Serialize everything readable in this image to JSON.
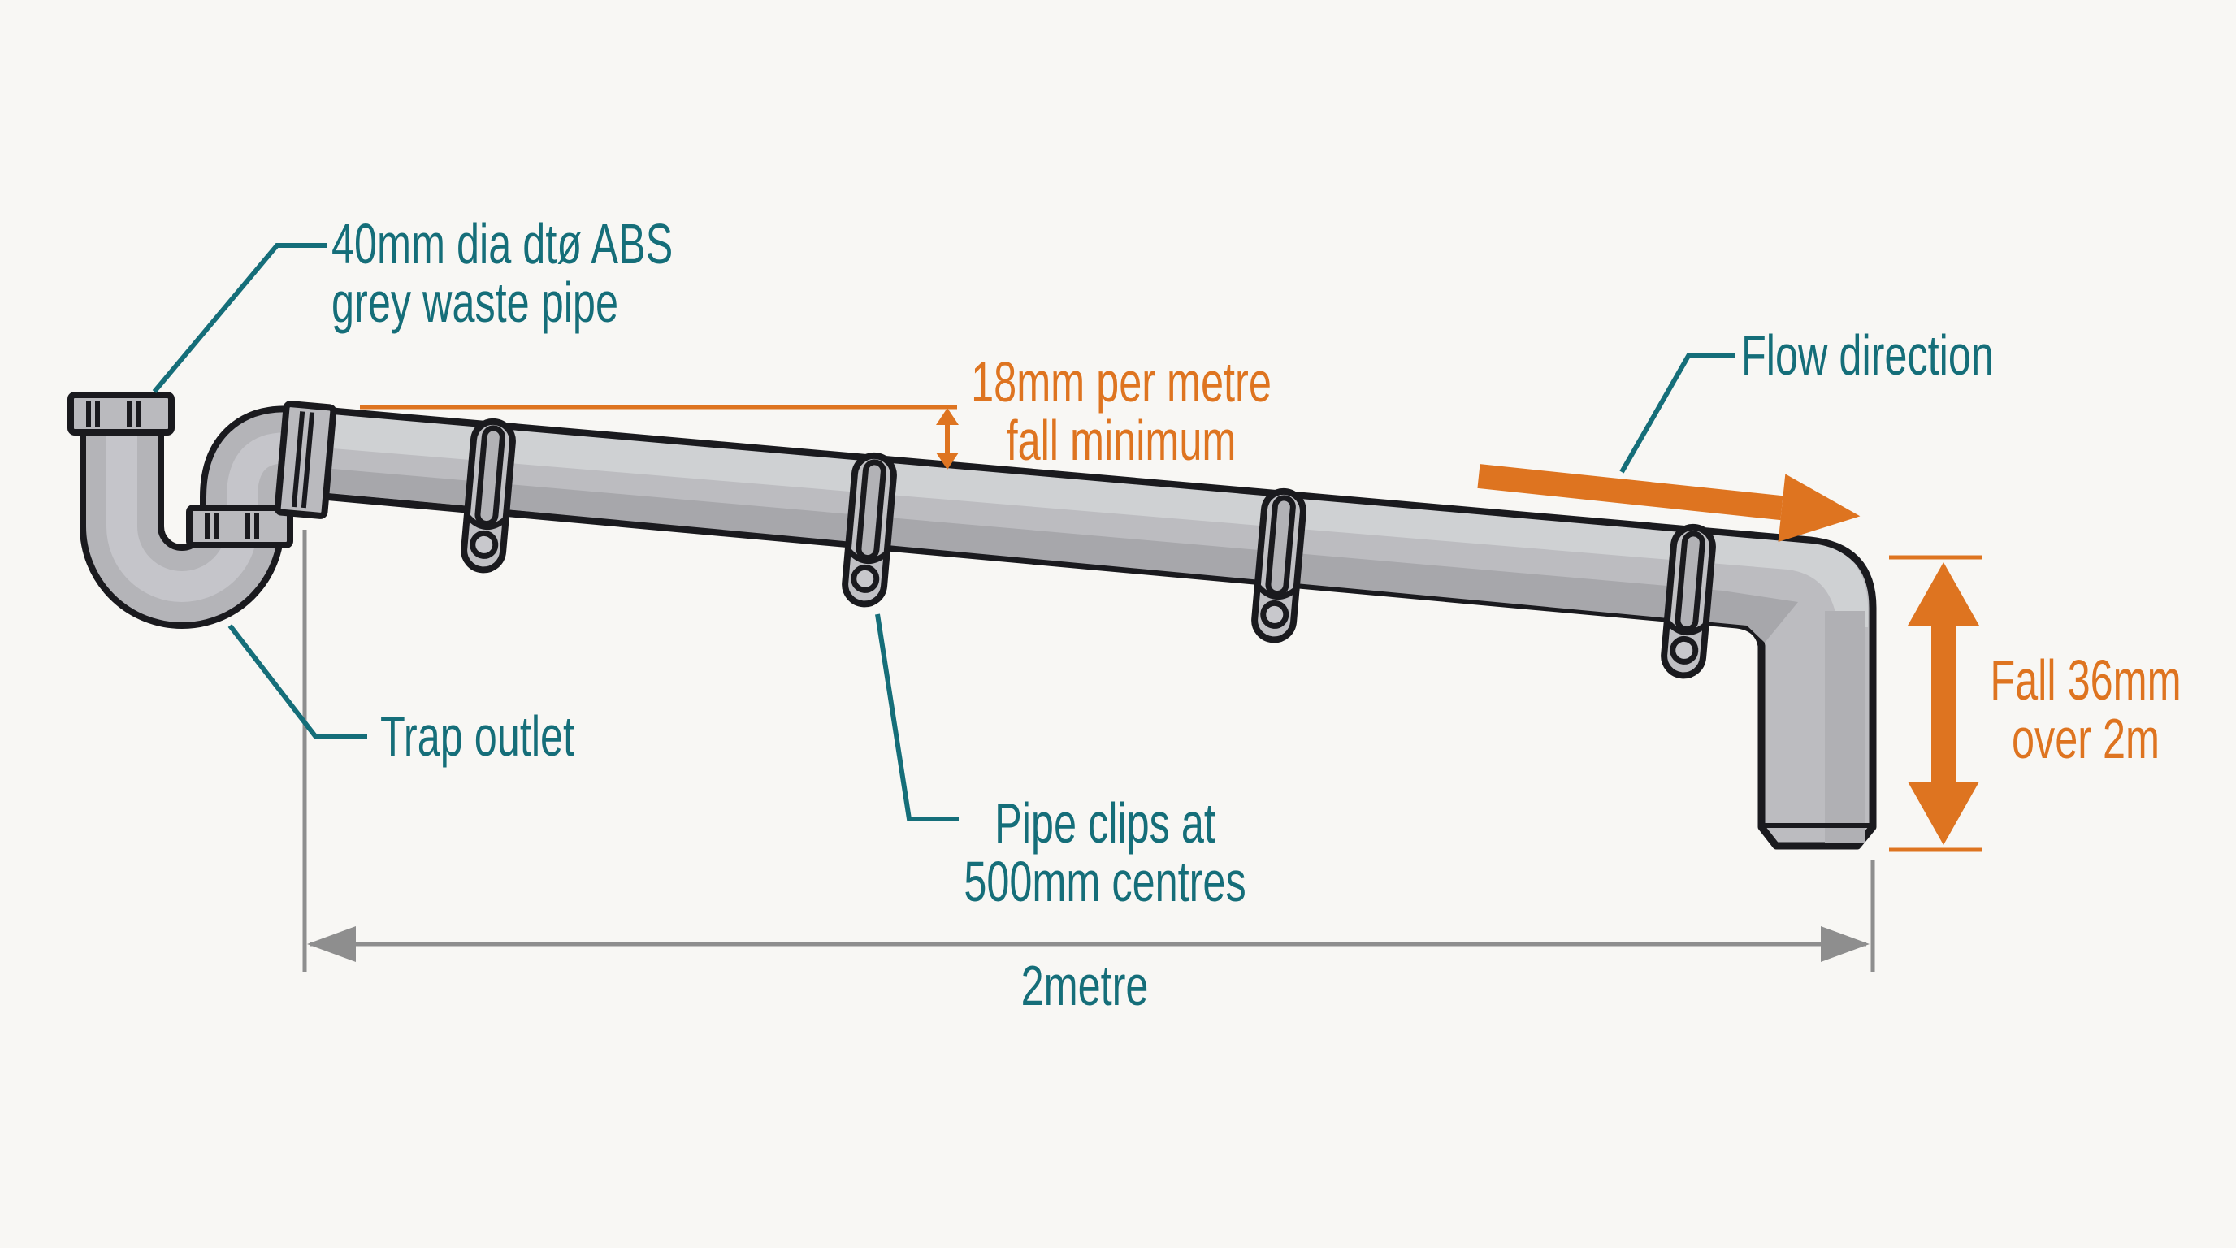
{
  "title": "Waste pipe fall installation diagram",
  "colors": {
    "teal_label": "#156e79",
    "orange_annotation": "#de7420",
    "dimension_gray": "#8e8e8e",
    "pipe_gray": "#bcbcc0",
    "pipe_highlight": "#cfd1d3",
    "pipe_shadow": "#a7a7ab",
    "outline": "#1a1a1e",
    "background": "#f8f7f4"
  },
  "labels": {
    "pipe_spec_line1": "40mm dia dtø ABS",
    "pipe_spec_line2": "grey waste pipe",
    "trap_outlet": "Trap outlet",
    "pipe_clips_line1": "Pipe clips at",
    "pipe_clips_line2": "500mm centres",
    "flow_direction": "Flow direction",
    "fall_gradient_line1": "18mm per metre",
    "fall_gradient_line2": "fall minimum",
    "fall_total_line1": "Fall 36mm",
    "fall_total_line2": "over 2m",
    "span": "2metre"
  },
  "icons": {
    "flow_arrow": "thick orange arrow pointing right along pipe",
    "gradient_arrow": "small orange vertical double-headed arrow",
    "fall_arrow": "large orange vertical double-headed arrow",
    "span_dimension": "gray horizontal dimension line with outward arrowheads"
  }
}
